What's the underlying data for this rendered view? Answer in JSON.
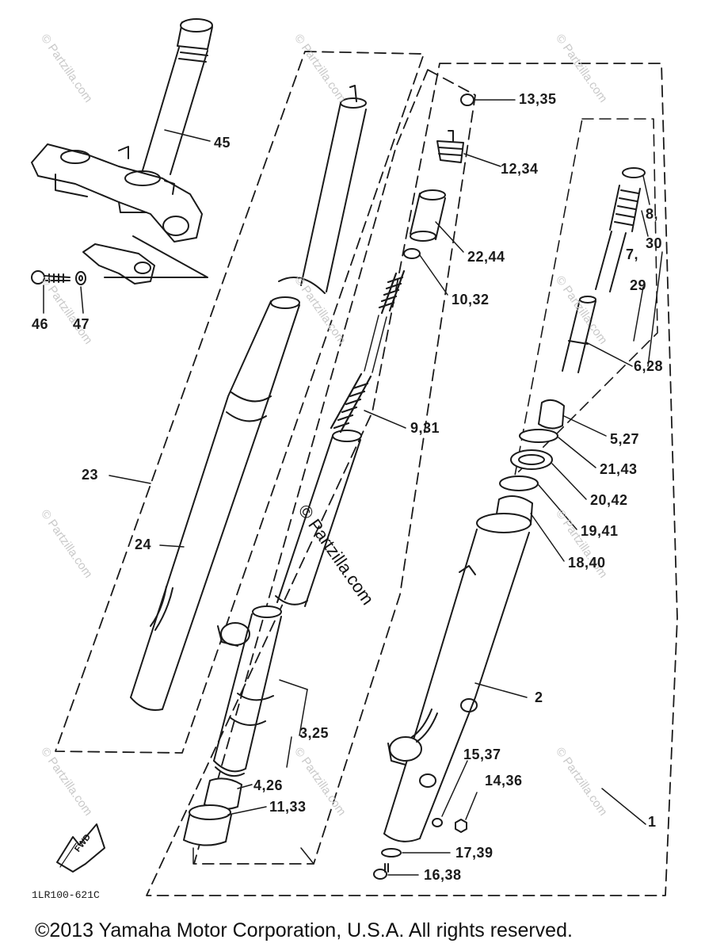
{
  "watermark": {
    "brand": "© Partzilla.com",
    "center": "© Partzilla.com"
  },
  "callouts": {
    "c45": "45",
    "c46": "46",
    "c47": "47",
    "c13_35": "13,35",
    "c12_34": "12,34",
    "c22_44": "22,44",
    "c10_32": "10,32",
    "c8": "8,",
    "c30": "30",
    "c7": "7,",
    "c29": "29",
    "c6_28": "6,28",
    "c9_31": "9,31",
    "c5_27": "5,27",
    "c21_43": "21,43",
    "c20_42": "20,42",
    "c19_41": "19,41",
    "c18_40": "18,40",
    "c23": "23",
    "c24": "24",
    "c2": "2",
    "c3_25": "3,25",
    "c15_37": "15,37",
    "c14_36": "14,36",
    "c4_26": "4,26",
    "c11_33": "11,33",
    "c1": "1",
    "c17_39": "17,39",
    "c16_38": "16,38"
  },
  "fwd_label": "FWD",
  "diagram_code": "1LR100-621C",
  "copyright": "©2013 Yamaha Motor Corporation, U.S.A. All rights reserved."
}
